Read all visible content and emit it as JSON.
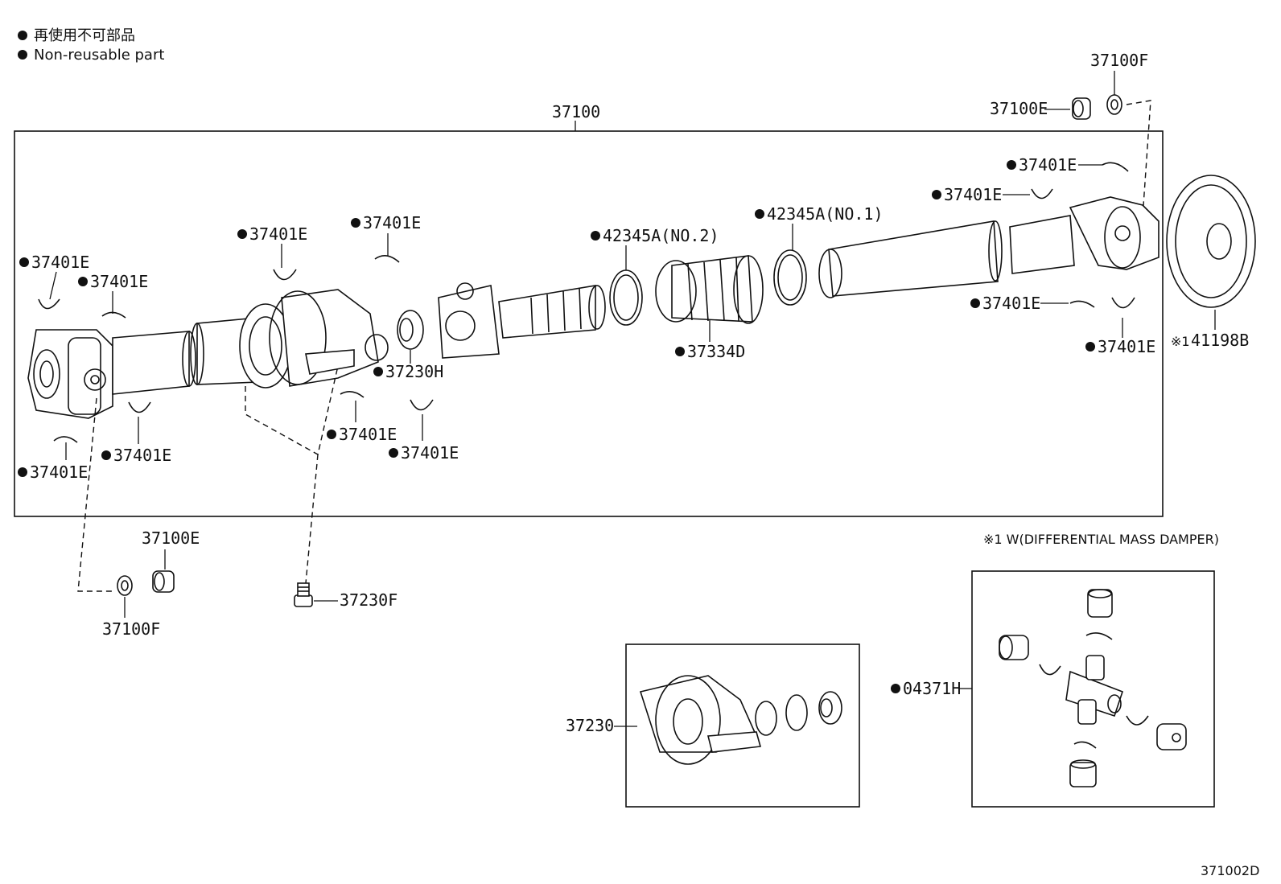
{
  "legend": {
    "line_jp": "再使用不可部品",
    "line_en": "Non-reusable part"
  },
  "note": "※1 W(DIFFERENTIAL MASS DAMPER)",
  "diagram_id": "371002D",
  "labels": {
    "assembly": "37100",
    "p37100F_top": "37100F",
    "p37100E_top": "37100E",
    "p37401E_a": "37401E",
    "p37401E_b": "37401E",
    "p37401E_c": "37401E",
    "p37401E_d": "37401E",
    "p37401E_e": "37401E",
    "p37401E_f": "37401E",
    "p37401E_g": "37401E",
    "p37401E_h": "37401E",
    "p37401E_i": "37401E",
    "p37401E_j": "37401E",
    "p37401E_k": "37401E",
    "p37401E_l": "37401E",
    "p42345A_no2": "42345A(NO.2)",
    "p42345A_no1": "42345A(NO.1)",
    "p37230H": "37230H",
    "p37334D": "37334D",
    "p41198B": "41198B",
    "p41198B_mark": "※1",
    "p37100E_bottom": "37100E",
    "p37100F_bottom": "37100F",
    "p37230F": "37230F",
    "p37230": "37230",
    "p04371H": "04371H"
  }
}
